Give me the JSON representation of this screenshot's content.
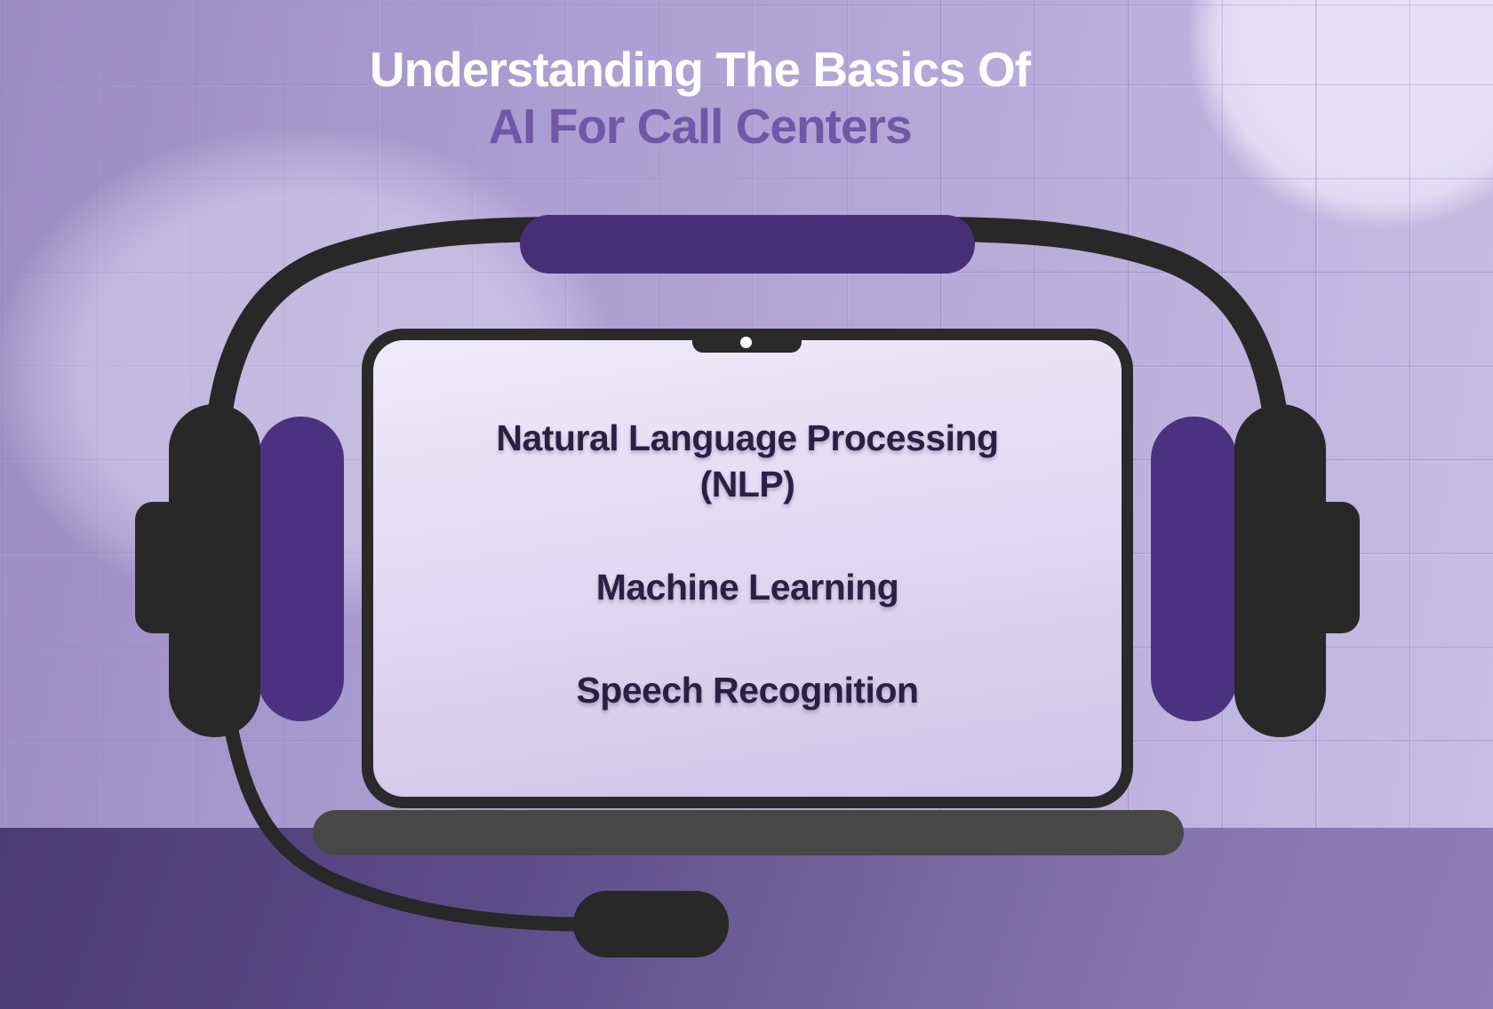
{
  "title": {
    "line1": "Understanding The Basics Of",
    "line2": "AI For Call Centers"
  },
  "screen": {
    "items": [
      {
        "label": "Natural Language Processing",
        "sub": "(NLP)"
      },
      {
        "label": "Machine Learning",
        "sub": ""
      },
      {
        "label": "Speech Recognition",
        "sub": ""
      }
    ]
  },
  "icons": [
    "headset-icon",
    "microphone-icon",
    "camera-dot-icon"
  ],
  "theme": {
    "dark": "#282828",
    "frame_dark": "#2a2a2a",
    "base_grey": "#474747",
    "cushion_purple": "#472f78",
    "pad_purple": "#4d3181",
    "title_white": "#ffffff",
    "title_purple": "#6f58a8",
    "screen_text": "#2c1f45",
    "wall_mid": "#9a8cc2",
    "wall_light": "#c9bfe4",
    "floor_dark": "#4a3b74",
    "floor_light": "#8d7fb5",
    "screen_top": "#efeaf9",
    "screen_bottom": "#cfc4e9"
  }
}
